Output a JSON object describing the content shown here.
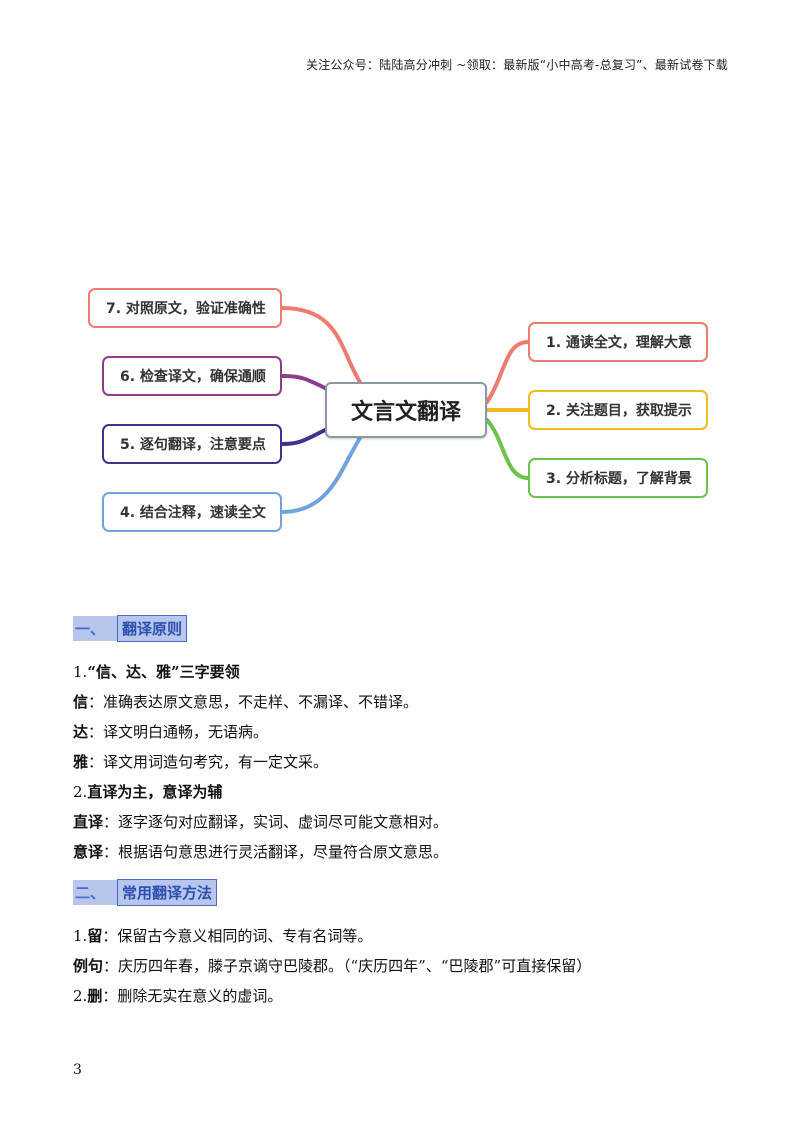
{
  "header": {
    "text": "关注公众号：陆陆高分冲刺 ~领取：最新版“小中高考-总复习”、最新试卷下载"
  },
  "mindmap": {
    "center": "文言文翻译",
    "nodes": [
      {
        "label": "1. 通读全文，理解大意",
        "color": "#ef7b6e"
      },
      {
        "label": "2. 关注题目，获取提示",
        "color": "#f2bb1d"
      },
      {
        "label": "3. 分析标题，了解背景",
        "color": "#6cc24a"
      },
      {
        "label": "4. 结合注释，速读全文",
        "color": "#6fa3dc"
      },
      {
        "label": "5. 逐句翻译，注意要点",
        "color": "#3a3490"
      },
      {
        "label": "6. 检查译文，确保通顺",
        "color": "#8e3d8c"
      },
      {
        "label": "7. 对照原文，验证准确性",
        "color": "#ef7b6e"
      }
    ]
  },
  "section1": {
    "num": "一、",
    "title": "翻译原则",
    "item1_num": "1.",
    "item1_title": "“信、达、雅”三字要领",
    "xin_label": "信",
    "xin_text": "：准确表达原文意思，不走样、不漏译、不错译。",
    "da_label": "达",
    "da_text": "：译文明白通畅，无语病。",
    "ya_label": "雅",
    "ya_text": "：译文用词造句考究，有一定文采。",
    "item2_num": "2.",
    "item2_title": "直译为主，意译为辅",
    "zhiyi_label": "直译",
    "zhiyi_text": "：逐字逐句对应翻译，实词、虚词尽可能文意相对。",
    "yiyi_label": "意译",
    "yiyi_text": "：根据语句意思进行灵活翻译，尽量符合原文意思。"
  },
  "section2": {
    "num": "二、",
    "title": "常用翻译方法",
    "item1_num": "1.",
    "item1_label": "留",
    "item1_text": "：保留古今意义相同的词、专有名词等。",
    "example_label": "例句",
    "example_text": "：庆历四年春，滕子京谪守巴陵郡。（“庆历四年”、“巴陵郡”可直接保留）",
    "item2_num": "2.",
    "item2_label": "删",
    "item2_text": "：删除无实在意义的虚词。"
  },
  "page_number": "3"
}
